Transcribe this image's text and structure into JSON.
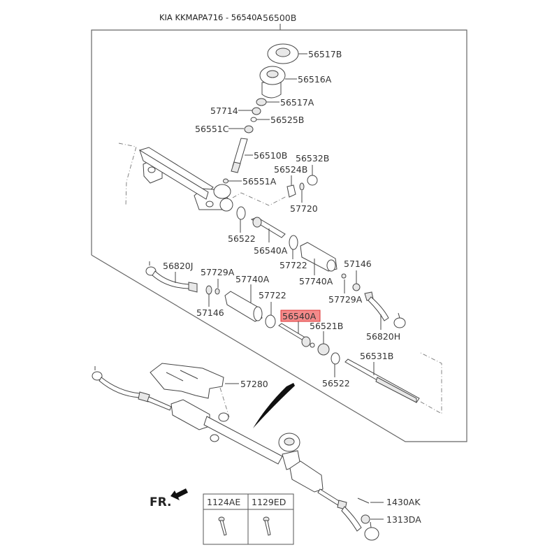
{
  "header": {
    "title": "KIA KKMAPA716 - 56540A",
    "assembly_part": "56500B"
  },
  "highlight": {
    "part": "56540A",
    "color": "#f48a8a"
  },
  "labels": {
    "p56517B": "56517B",
    "p56516A": "56516A",
    "p56517A": "56517A",
    "p57714": "57714",
    "p56525B": "56525B",
    "p56551C": "56551C",
    "p56510B": "56510B",
    "p56532B": "56532B",
    "p56524B": "56524B",
    "p56551A": "56551A",
    "p57720": "57720",
    "p56522_top": "56522",
    "p56540A_top": "56540A",
    "p57722_right": "57722",
    "p57740A_right": "57740A",
    "p57146_right": "57146",
    "p57729A_right": "57729A",
    "p56820J": "56820J",
    "p57729A_left": "57729A",
    "p57740A_left": "57740A",
    "p57722_left": "57722",
    "p57146_left": "57146",
    "p56540A_hl": "56540A",
    "p56521B": "56521B",
    "p56820H": "56820H",
    "p56531B": "56531B",
    "p56522_bottom": "56522",
    "p57280": "57280",
    "p1430AK": "1430AK",
    "p1313DA": "1313DA"
  },
  "direction": {
    "label": "FR."
  },
  "bolt_table": {
    "columns": [
      "1124AE",
      "1129ED"
    ]
  }
}
